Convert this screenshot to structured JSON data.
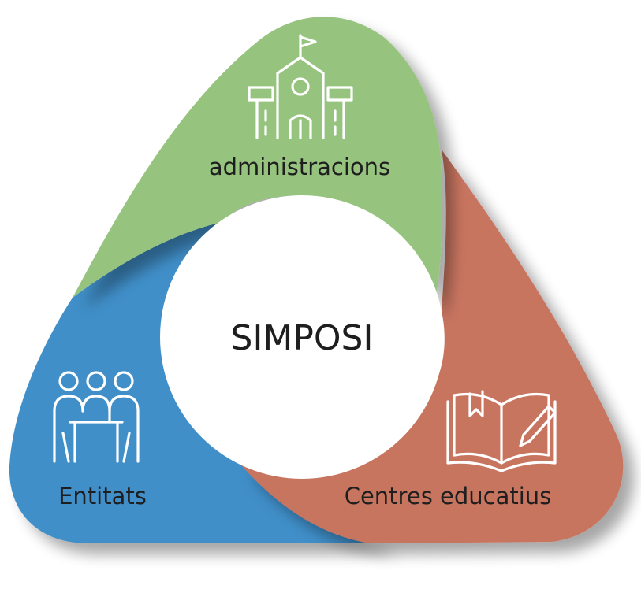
{
  "diagram": {
    "center": {
      "label": "SIMPOSI"
    },
    "segments": [
      {
        "id": "administracions",
        "label": "administracions",
        "color": "#96c47f",
        "icon": "school-building-icon"
      },
      {
        "id": "centres",
        "label": "Centres educatius",
        "color": "#c87461",
        "icon": "open-book-pencil-icon"
      },
      {
        "id": "entitats",
        "label": "Entitats",
        "color": "#3f8fc9",
        "icon": "meeting-people-icon"
      }
    ]
  }
}
